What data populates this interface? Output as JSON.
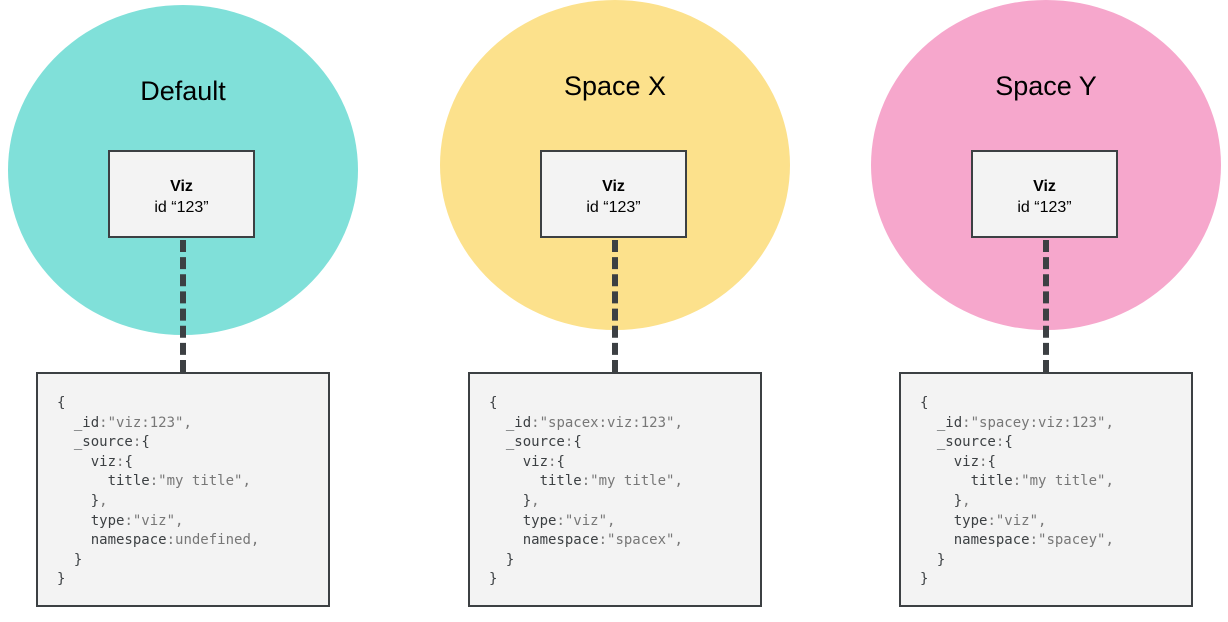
{
  "spaces": [
    {
      "title": "Default",
      "color": "#80e0d9",
      "viz_label": "Viz",
      "viz_id": "id “123”",
      "id_value": "\"viz:123\"",
      "namespace_value": "undefined"
    },
    {
      "title": "Space X",
      "color": "#fce18c",
      "viz_label": "Viz",
      "viz_id": "id “123”",
      "id_value": "\"spacex:viz:123\"",
      "namespace_value": "\"spacex\""
    },
    {
      "title": "Space Y",
      "color": "#f6a7cc",
      "viz_label": "Viz",
      "viz_id": "id “123”",
      "id_value": "\"spacey:viz:123\"",
      "namespace_value": "\"spacey\""
    }
  ],
  "code": {
    "open": "{",
    "id_key": "_id",
    "source_key": "_source",
    "viz_key": "viz",
    "title_key": "title",
    "title_value": "\"my title\"",
    "type_key": "type",
    "type_value": "\"viz\"",
    "namespace_key": "namespace",
    "close": "}"
  }
}
